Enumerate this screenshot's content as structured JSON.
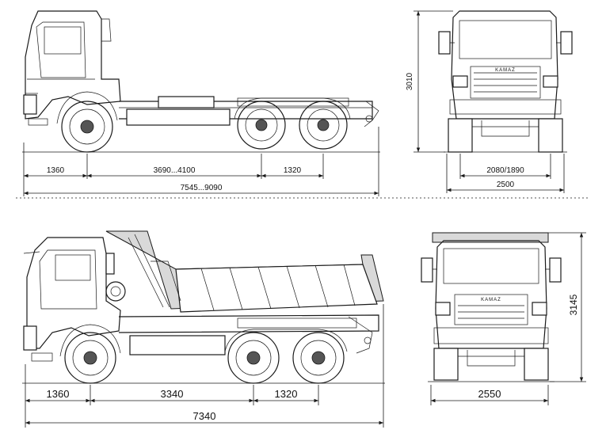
{
  "chassis_side": {
    "front_overhang": "1360",
    "wheelbase": "3690...4100",
    "bogie": "1320",
    "overall_length": "7545...9090"
  },
  "chassis_front": {
    "height": "3010",
    "track": "2080/1890",
    "width": "2500",
    "badge": "KAMAZ"
  },
  "tipper_side": {
    "front_overhang": "1360",
    "wheelbase": "3340",
    "bogie": "1320",
    "overall_length": "7340"
  },
  "tipper_front": {
    "height": "3145",
    "width": "2550",
    "badge": "KAMAZ"
  }
}
